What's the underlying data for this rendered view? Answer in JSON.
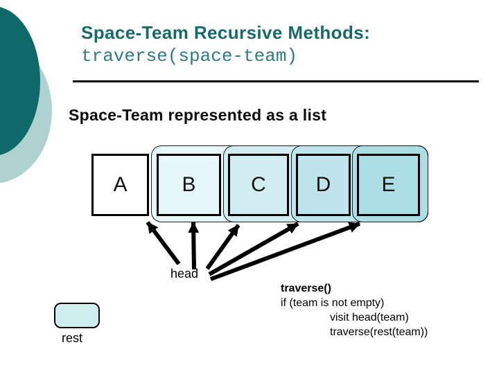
{
  "slide": {
    "title_line1": "Space-Team Recursive Methods:",
    "title_code": "traverse(space-team)",
    "heading": "Space-Team represented as a list"
  },
  "diagram": {
    "type": "nested-list-diagram",
    "boxes": [
      {
        "label": "A"
      },
      {
        "label": "B"
      },
      {
        "label": "C"
      },
      {
        "label": "D"
      },
      {
        "label": "E"
      }
    ],
    "head_label": "head",
    "legend": {
      "rest_label": "rest"
    }
  },
  "code": {
    "lines": [
      "traverse()",
      "if (team is not empty)",
      "visit head(team)",
      "traverse(rest(team))"
    ]
  },
  "colors": {
    "corner_circle_dark": "#0e6968",
    "corner_circle_light": "#aed2d0",
    "title_teal": "#176a6a",
    "code_title_teal": "#2e7d7d",
    "list_layer_tint": "rgba(0,158,184,0.095)",
    "rest_swatch_fill": "#cfecee",
    "arrow_color": "#000000"
  }
}
